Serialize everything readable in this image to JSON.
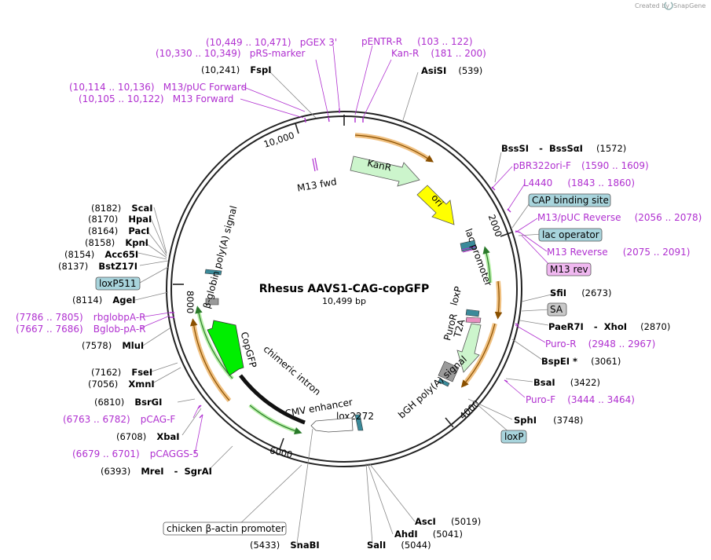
{
  "credit": {
    "created_by": "Created by",
    "brand": "SnapGene"
  },
  "plasmid": {
    "name": "Rhesus AAVS1-CAG-copGFP",
    "size": "10,499 bp"
  },
  "ticks": {
    "t2000": "2000",
    "t4000": "4000",
    "t6000": "6000",
    "t8000": "8000",
    "t10000": "10,000"
  },
  "features": {
    "kanr": "KanR",
    "ori": "ori",
    "m13fwd": "M13 fwd",
    "lac_promoter": "lac promoter",
    "loxp_inner": "loxP",
    "t2a": "T2A",
    "puror": "PuroR",
    "bgh": "bGH poly(A) signal",
    "lox2272": "lox2272",
    "cmv": "CMV enhancer",
    "chimeric_intron": "chimeric intron",
    "copgfp": "CopGFP",
    "bglobin": "β-globin poly(A) signal"
  },
  "labels": {
    "pgex3": {
      "range": "(10,449 .. 10,471)",
      "name": "pGEX 3'"
    },
    "prs_marker": {
      "range": "(10,330 .. 10,349)",
      "name": "pRS-marker"
    },
    "fspi": {
      "pos": "(10,241)",
      "name": "FspI"
    },
    "m13puc_fwd": {
      "range": "(10,114 .. 10,136)",
      "name": "M13/pUC Forward"
    },
    "m13_fwd": {
      "range": "(10,105 .. 10,122)",
      "name": "M13 Forward"
    },
    "pentr_r": {
      "name": "pENTR-R",
      "range": "(103 .. 122)"
    },
    "kan_r": {
      "name": "Kan-R",
      "range": "(181 .. 200)"
    },
    "asisi": {
      "name": "AsiSI",
      "pos": "(539)"
    },
    "bsssi": {
      "name": "BssSI",
      "sep": "-",
      "name2": "BssSαI",
      "pos": "(1572)"
    },
    "pbr322": {
      "name": "pBR322ori-F",
      "range": "(1590 .. 1609)"
    },
    "l4440": {
      "name": "L4440",
      "range": "(1843 .. 1860)"
    },
    "cap": {
      "name": "CAP binding site"
    },
    "m13puc_rev": {
      "name": "M13/pUC Reverse",
      "range": "(2056 .. 2078)"
    },
    "lac_operator": {
      "name": "lac operator"
    },
    "m13_reverse": {
      "name": "M13 Reverse",
      "range": "(2075 .. 2091)"
    },
    "m13_rev": {
      "name": "M13 rev"
    },
    "sfii": {
      "name": "SfiI",
      "pos": "(2673)"
    },
    "sa": {
      "name": "SA"
    },
    "paer7i": {
      "name": "PaeR7I",
      "sep": "-",
      "name2": "XhoI",
      "pos": "(2870)"
    },
    "puro_r": {
      "name": "Puro-R",
      "range": "(2948 .. 2967)"
    },
    "bspei": {
      "name": "BspEI *",
      "pos": "(3061)"
    },
    "bsai": {
      "name": "BsaI",
      "pos": "(3422)"
    },
    "puro_f": {
      "name": "Puro-F",
      "range": "(3444 .. 3464)"
    },
    "sphi": {
      "name": "SphI",
      "pos": "(3748)"
    },
    "loxp_box": {
      "name": "loxP"
    },
    "asci": {
      "name": "AscI",
      "pos": "(5019)"
    },
    "ahdi": {
      "name": "AhdI",
      "pos": "(5041)"
    },
    "sali": {
      "name": "SalI",
      "pos": "(5044)"
    },
    "snabi": {
      "pos": "(5433)",
      "name": "SnaBI"
    },
    "chicken": {
      "name": "chicken β-actin promoter"
    },
    "mrei": {
      "pos": "(6393)",
      "name": "MreI",
      "sep": "-",
      "name2": "SgrAI"
    },
    "pcaggs5": {
      "range": "(6679 .. 6701)",
      "name": "pCAGGS-5"
    },
    "xbai": {
      "pos": "(6708)",
      "name": "XbaI"
    },
    "pcagf": {
      "range": "(6763 .. 6782)",
      "name": "pCAG-F"
    },
    "bsrgi": {
      "pos": "(6810)",
      "name": "BsrGI"
    },
    "xmni": {
      "pos": "(7056)",
      "name": "XmnI"
    },
    "fsei": {
      "pos": "(7162)",
      "name": "FseI"
    },
    "mlui": {
      "pos": "(7578)",
      "name": "MluI"
    },
    "bglobpa": {
      "range": "(7667 .. 7686)",
      "name": "Bglob-pA-R"
    },
    "rbglobpa": {
      "range": "(7786 .. 7805)",
      "name": "rbglobpA-R"
    },
    "agei": {
      "pos": "(8114)",
      "name": "AgeI"
    },
    "loxp511": {
      "name": "loxP511"
    },
    "bstz17i": {
      "pos": "(8137)",
      "name": "BstZ17I"
    },
    "acc65i": {
      "pos": "(8154)",
      "name": "Acc65I"
    },
    "kpni": {
      "pos": "(8158)",
      "name": "KpnI"
    },
    "paci": {
      "pos": "(8164)",
      "name": "PacI"
    },
    "hpai": {
      "pos": "(8170)",
      "name": "HpaI"
    },
    "scai": {
      "pos": "(8182)",
      "name": "ScaI"
    }
  },
  "colors": {
    "backbone": "#222222",
    "primer": "#b030d0",
    "kanr": "#ccf5cc",
    "ori": "#ffff00",
    "copgfp": "#00ee00",
    "orf_orange": "#f0c080",
    "orf_dark": "#a06000",
    "puro": "#ccf5cc",
    "gray_feature": "#9a9a9a",
    "teal": "#3a8a9a"
  }
}
